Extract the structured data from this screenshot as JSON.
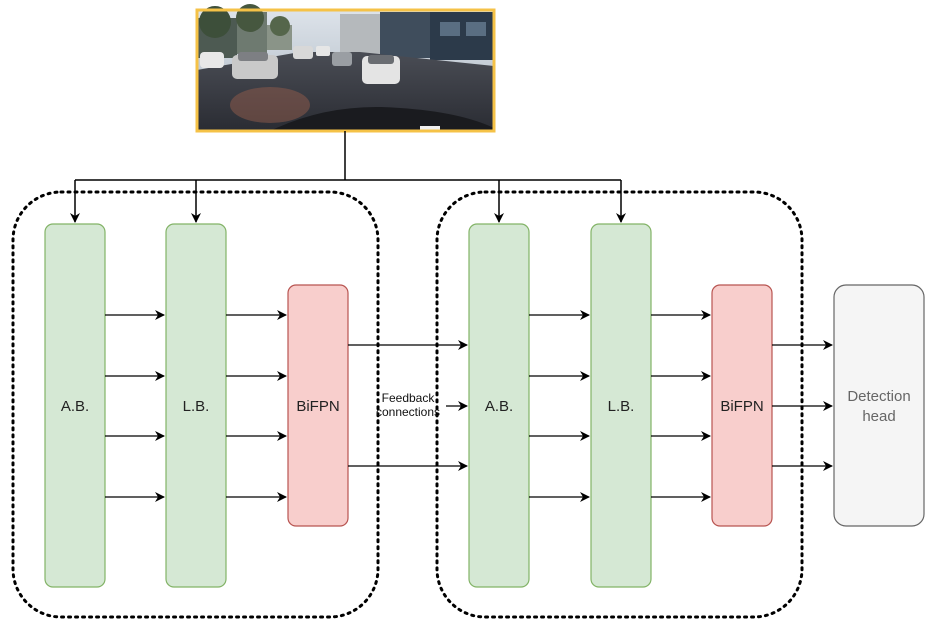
{
  "blocks": {
    "ab_label": "A.B.",
    "lb_label": "L.B.",
    "bifpn_label": "BiFPN"
  },
  "feedback": {
    "line1": "Feedback",
    "line2": "connections"
  },
  "detection_head": {
    "line1": "Detection",
    "line2": "head"
  },
  "colors": {
    "green_fill": "#d5e8d4",
    "green_stroke": "#82b366",
    "red_fill": "#f8cecc",
    "red_stroke": "#b85450",
    "gray_fill": "#f5f5f5",
    "gray_stroke": "#666666",
    "image_border": "#f5c247",
    "arrow": "#000000"
  },
  "input_image": {
    "icon": "street-scene-photo-icon"
  }
}
